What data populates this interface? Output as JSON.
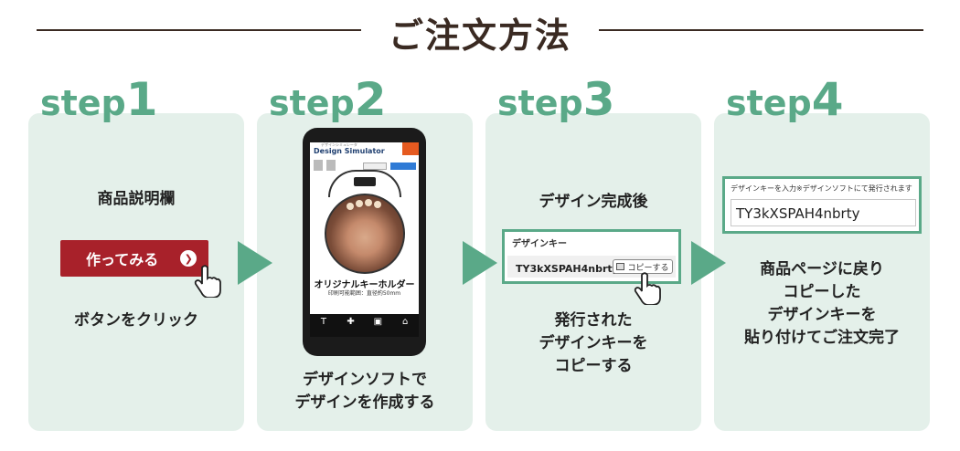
{
  "title": "ご注文方法",
  "steps": [
    {
      "word": "step",
      "num": "1"
    },
    {
      "word": "step",
      "num": "2"
    },
    {
      "word": "step",
      "num": "3"
    },
    {
      "word": "step",
      "num": "4"
    }
  ],
  "step1": {
    "heading": "商品説明欄",
    "button_label": "作ってみる",
    "caption": "ボタンをクリック"
  },
  "step2": {
    "app_title": "Design Simulator",
    "app_subtitle": "デザインシミュレータ",
    "product_title": "オリジナルキーホルダー",
    "product_sub": "印刷可能範囲：直径約50mm",
    "tools": [
      "T",
      "✚",
      "▣",
      "⌂"
    ],
    "caption_line1": "デザインソフトで",
    "caption_line2": "デザインを作成する"
  },
  "step3": {
    "heading": "デザイン完成後",
    "key_label": "デザインキー",
    "key_value": "TY3kXSPAH4nbrty",
    "copy_label": "コピーする",
    "caption_line1": "発行された",
    "caption_line2": "デザインキーを",
    "caption_line3": "コピーする"
  },
  "step4": {
    "input_label": "デザインキーを入力※デザインソフトにて発行されます",
    "input_value": "TY3kXSPAH4nbrty",
    "caption_line1": "商品ページに戻り",
    "caption_line2": "コピーした",
    "caption_line3": "デザインキーを",
    "caption_line4": "貼り付けてご注文完了"
  },
  "colors": {
    "accent": "#5aa988",
    "card": "#e4f0ea",
    "button": "#a8212a",
    "title": "#3a2a22"
  }
}
